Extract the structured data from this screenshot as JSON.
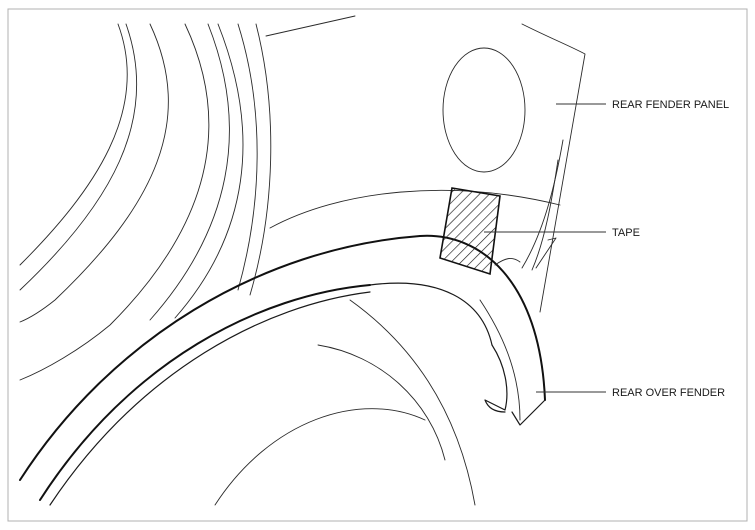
{
  "labels": {
    "rear_fender_panel": "REAR FENDER PANEL",
    "tape": "TAPE",
    "rear_over_fender": "REAR OVER FENDER"
  },
  "colors": {
    "line": "#1a1a1a",
    "frame": "#b0b0b0",
    "background": "#ffffff"
  }
}
